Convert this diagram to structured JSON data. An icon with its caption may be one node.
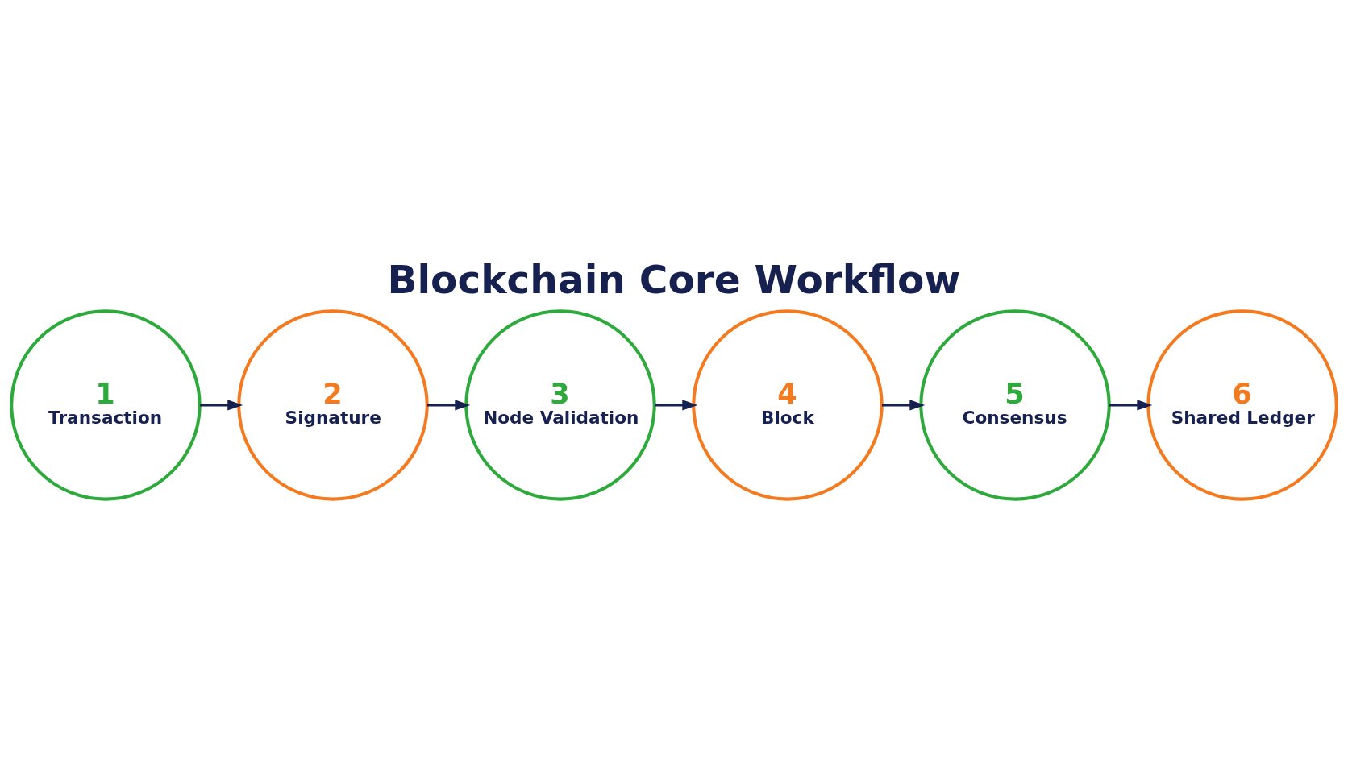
{
  "diagram": {
    "title": "Blockchain Core Workflow",
    "nodes": [
      {
        "text": [
          "1",
          "Transaction"
        ]
      },
      {
        "text": [
          "2",
          "Signature"
        ]
      },
      {
        "text": [
          "3",
          "Node Validation"
        ]
      },
      {
        "text": [
          "4",
          "Block"
        ]
      },
      {
        "text": [
          "5",
          "Consensus"
        ]
      },
      {
        "text": [
          "6",
          "Shared Ledger"
        ]
      }
    ],
    "edges": [
      {
        "from": 0,
        "to": 1,
        "arrow": "to"
      },
      {
        "from": 1,
        "to": 2,
        "arrow": "to"
      },
      {
        "from": 2,
        "to": 3,
        "arrow": "to"
      },
      {
        "from": 3,
        "to": 4,
        "arrow": "to"
      },
      {
        "from": 4,
        "to": 5,
        "arrow": "to"
      }
    ]
  }
}
